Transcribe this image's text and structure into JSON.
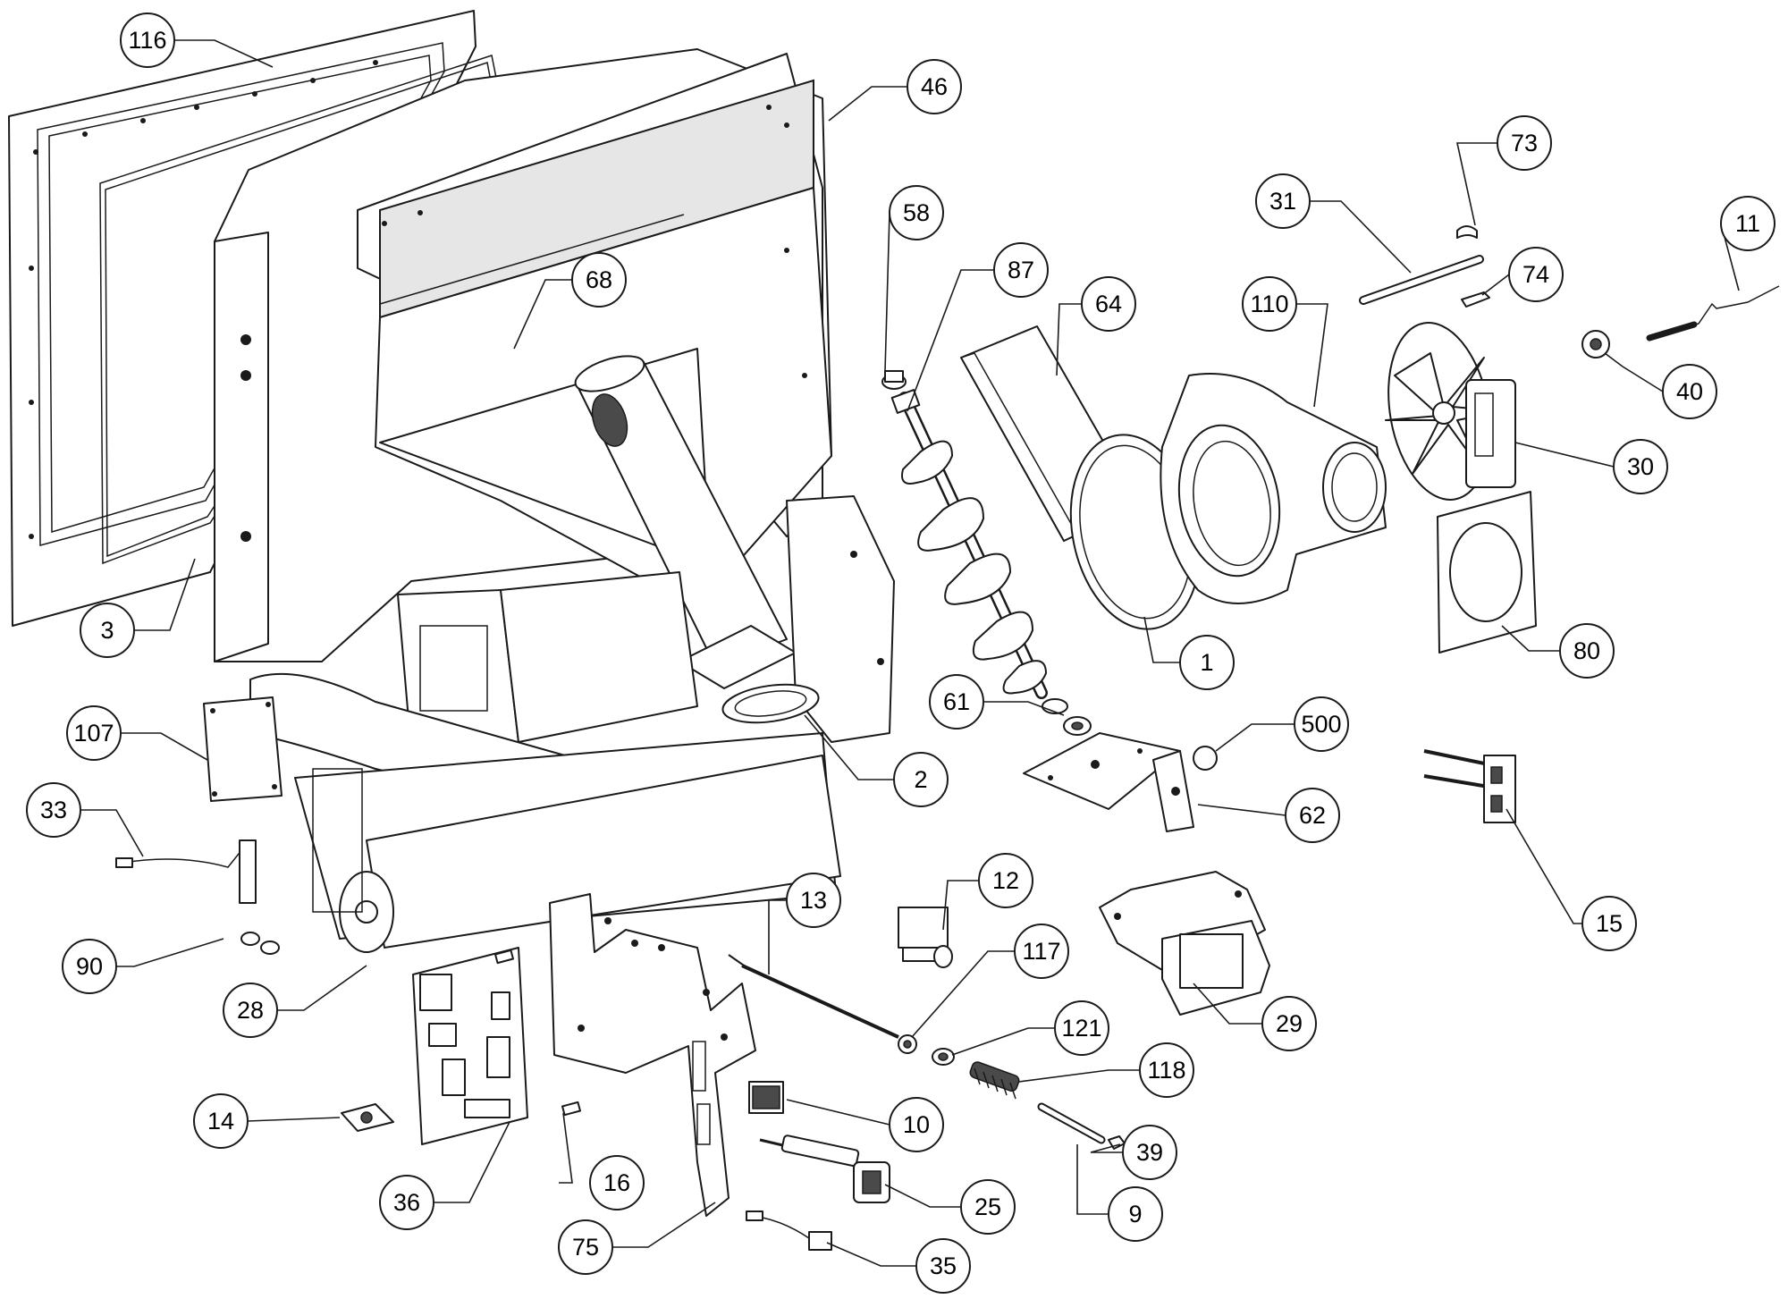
{
  "callouts": [
    {
      "label": "116"
    },
    {
      "label": "46"
    },
    {
      "label": "73"
    },
    {
      "label": "31"
    },
    {
      "label": "11"
    },
    {
      "label": "58"
    },
    {
      "label": "87"
    },
    {
      "label": "68"
    },
    {
      "label": "64"
    },
    {
      "label": "110"
    },
    {
      "label": "74"
    },
    {
      "label": "40"
    },
    {
      "label": "30"
    },
    {
      "label": "3"
    },
    {
      "label": "1"
    },
    {
      "label": "80"
    },
    {
      "label": "61"
    },
    {
      "label": "500"
    },
    {
      "label": "107"
    },
    {
      "label": "2"
    },
    {
      "label": "62"
    },
    {
      "label": "33"
    },
    {
      "label": "12"
    },
    {
      "label": "13"
    },
    {
      "label": "15"
    },
    {
      "label": "117"
    },
    {
      "label": "90"
    },
    {
      "label": "28"
    },
    {
      "label": "29"
    },
    {
      "label": "121"
    },
    {
      "label": "118"
    },
    {
      "label": "14"
    },
    {
      "label": "10"
    },
    {
      "label": "39"
    },
    {
      "label": "16"
    },
    {
      "label": "36"
    },
    {
      "label": "25"
    },
    {
      "label": "9"
    },
    {
      "label": "75"
    },
    {
      "label": "35"
    }
  ]
}
